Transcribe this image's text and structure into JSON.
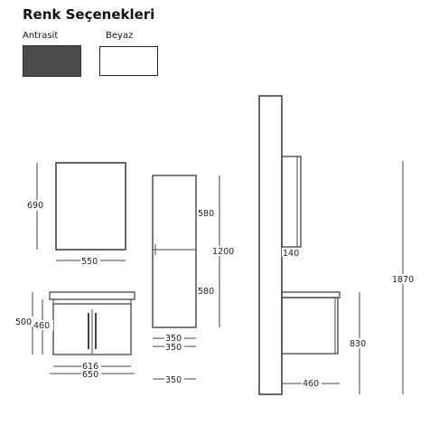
{
  "header": {
    "title": "Renk Seçenekleri"
  },
  "colors": [
    {
      "name": "Antrasit",
      "hex": "#4b4b4b"
    },
    {
      "name": "Beyaz",
      "hex": "#ffffff"
    }
  ],
  "dimensions": {
    "mirror_height": "690",
    "mirror_width": "550",
    "tall_upper": "580",
    "tall_total": "1200",
    "tall_lower": "580",
    "tall_width_1": "350",
    "tall_width_2": "350",
    "tall_depth": "350",
    "base_outer_height": "500",
    "base_body_height": "460",
    "base_body_width": "616",
    "base_outer_width": "650",
    "side_cabinet_depth": "140",
    "side_total_height": "1870",
    "side_base_height": "830",
    "side_base_depth": "460"
  }
}
